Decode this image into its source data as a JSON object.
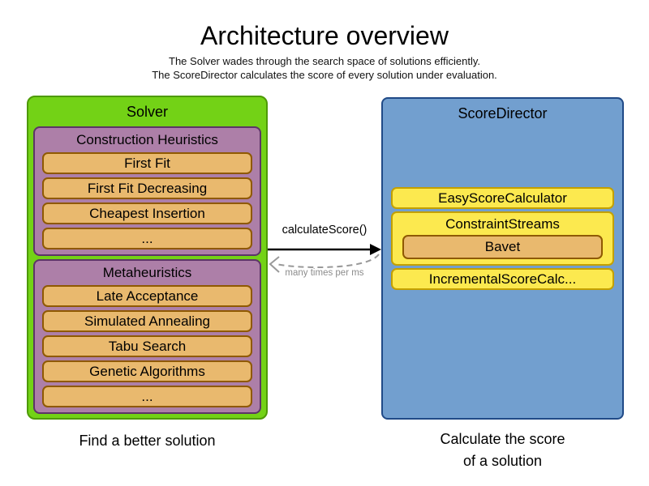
{
  "title": "Architecture overview",
  "subtitle_line1": "The Solver wades through the search space of solutions efficiently.",
  "subtitle_line2": "The ScoreDirector calculates the score of every solution under evaluation.",
  "solver": {
    "label": "Solver",
    "caption": "Find a better solution",
    "groups": [
      {
        "label": "Construction Heuristics",
        "items": [
          "First Fit",
          "First Fit Decreasing",
          "Cheapest Insertion",
          "..."
        ]
      },
      {
        "label": "Metaheuristics",
        "items": [
          "Late Acceptance",
          "Simulated Annealing",
          "Tabu Search",
          "Genetic Algorithms",
          "..."
        ]
      }
    ]
  },
  "score_director": {
    "label": "ScoreDirector",
    "caption_line1": "Calculate the score",
    "caption_line2": "of a solution",
    "items": [
      {
        "label": "EasyScoreCalculator"
      },
      {
        "label": "ConstraintStreams",
        "sub_items": [
          "Bavet"
        ]
      },
      {
        "label": "IncrementalScoreCalc..."
      }
    ]
  },
  "arrow": {
    "label": "calculateScore()",
    "return_label": "many times per ms"
  },
  "colors": {
    "green_fill": "#73D216",
    "green_border": "#4E9A06",
    "purple_fill": "#AD7FA8",
    "purple_border": "#5C3566",
    "tan_fill": "#E9B96E",
    "tan_border": "#8F5902",
    "blue_fill": "#729FCF",
    "blue_border": "#204A87",
    "yellow_fill": "#FCE94F",
    "yellow_border": "#C4A000",
    "arrow_solid": "#000000",
    "arrow_dashed": "#999999"
  }
}
